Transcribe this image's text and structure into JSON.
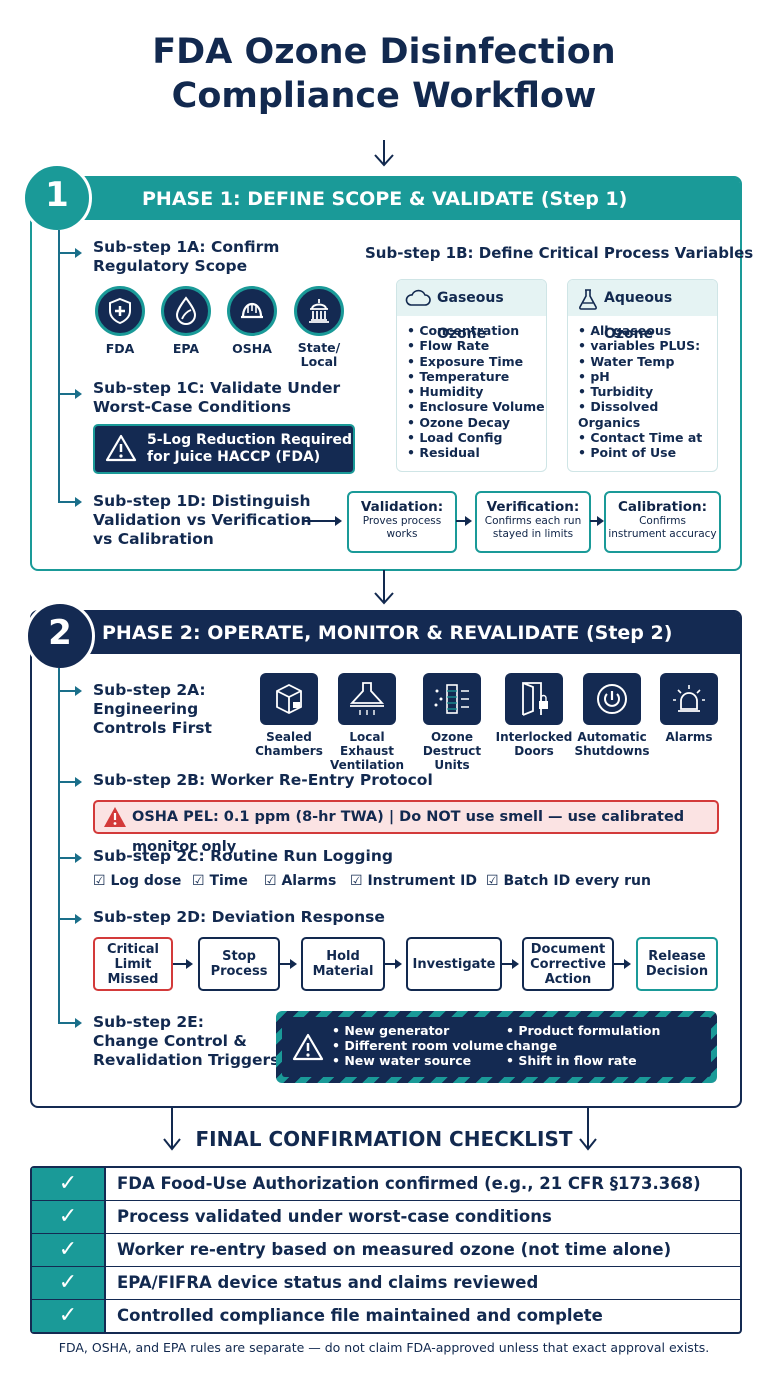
{
  "title_line1": "FDA Ozone Disinfection",
  "title_line2": "Compliance Workflow",
  "colors": {
    "teal": "#1a9a98",
    "navy": "#142a52",
    "red": "#d33a3a"
  },
  "phase1": {
    "number": "1",
    "header": "PHASE 1: DEFINE SCOPE & VALIDATE (Step 1)",
    "sub1a": {
      "line1": "Sub-step 1A: Confirm",
      "line2": "Regulatory Scope"
    },
    "regulators": [
      {
        "label": "FDA",
        "icon": "shield-cross-icon"
      },
      {
        "label": "EPA",
        "icon": "leaf-drop-icon"
      },
      {
        "label": "OSHA",
        "icon": "hard-hat-icon"
      },
      {
        "label_line1": "State/",
        "label_line2": "Local",
        "icon": "capitol-building-icon"
      }
    ],
    "sub1c": {
      "line1": "Sub-step 1C: Validate Under",
      "line2": "Worst-Case Conditions"
    },
    "log_reduction": {
      "line1": "5-Log Reduction Required",
      "line2": "for Juice HACCP (FDA)"
    },
    "sub1b": "Sub-step 1B: Define Critical Process Variables",
    "gaseous": {
      "title": "Gaseous Ozone",
      "items": [
        "Concentration",
        "Flow Rate",
        "Exposure Time",
        "Temperature",
        "Humidity",
        "Enclosure Volume",
        "Ozone Decay",
        "Load Config",
        "Residual"
      ]
    },
    "aqueous": {
      "title": "Aqueous Ozone",
      "items": [
        "All gaseous",
        "variables PLUS:",
        "Water Temp",
        "pH",
        "Turbidity",
        "Dissolved Organics",
        "Contact Time at",
        "Point of Use"
      ]
    },
    "sub1d": {
      "line1": "Sub-step 1D: Distinguish",
      "line2": "Validation vs Verification",
      "line3": "vs Calibration"
    },
    "flow": [
      {
        "title": "Validation:",
        "d1": "Proves process",
        "d2": "works"
      },
      {
        "title": "Verification:",
        "d1": "Confirms each run",
        "d2": "stayed in limits"
      },
      {
        "title": "Calibration:",
        "d1": "Confirms",
        "d2": "instrument accuracy"
      }
    ]
  },
  "phase2": {
    "number": "2",
    "header": "PHASE 2: OPERATE, MONITOR & REVALIDATE (Step 2)",
    "sub2a": {
      "line1": "Sub-step 2A:",
      "line2": "Engineering",
      "line3": "Controls First"
    },
    "controls": [
      {
        "l1": "Sealed",
        "l2": "Chambers",
        "icon": "sealed-box-icon"
      },
      {
        "l1": "Local Exhaust",
        "l2": "Ventilation",
        "icon": "exhaust-hood-icon"
      },
      {
        "l1": "Ozone",
        "l2": "Destruct Units",
        "icon": "destruct-filter-icon"
      },
      {
        "l1": "Interlocked",
        "l2": "Doors",
        "icon": "locked-door-icon"
      },
      {
        "l1": "Automatic",
        "l2": "Shutdowns",
        "icon": "power-icon"
      },
      {
        "l1": "Alarms",
        "l2": "",
        "icon": "alarm-light-icon"
      }
    ],
    "sub2b": "Sub-step 2B: Worker Re-Entry Protocol",
    "osha_warning": "OSHA PEL: 0.1 ppm (8-hr TWA) | Do NOT use smell — use calibrated monitor only",
    "sub2c": "Sub-step 2C: Routine Run Logging",
    "log_items": [
      "Log dose",
      "Time",
      "Alarms",
      "Instrument ID",
      "Batch ID every run"
    ],
    "sub2d": "Sub-step 2D: Deviation Response",
    "deviation": [
      {
        "l1": "Critical",
        "l2": "Limit",
        "l3": "Missed"
      },
      {
        "l1": "Stop",
        "l2": "Process",
        "l3": ""
      },
      {
        "l1": "Hold",
        "l2": "Material",
        "l3": ""
      },
      {
        "l1": "Investigate",
        "l2": "",
        "l3": ""
      },
      {
        "l1": "Document",
        "l2": "Corrective",
        "l3": "Action"
      },
      {
        "l1": "Release",
        "l2": "Decision",
        "l3": ""
      }
    ],
    "sub2e": {
      "line1": "Sub-step 2E:",
      "line2": "Change Control &",
      "line3": "Revalidation Triggers"
    },
    "triggers_left": [
      "New generator",
      "Different room volume",
      "New water source"
    ],
    "triggers_right": [
      "Product formulation change",
      "Shift in flow rate"
    ]
  },
  "checklist": {
    "title": "FINAL CONFIRMATION CHECKLIST",
    "items": [
      "FDA Food-Use Authorization confirmed (e.g., 21 CFR §173.368)",
      "Process validated under worst-case conditions",
      "Worker re-entry based on measured ozone (not time alone)",
      "EPA/FIFRA device status and claims reviewed",
      "Controlled compliance file maintained and complete"
    ]
  },
  "footer": "FDA, OSHA, and EPA rules are separate — do not claim FDA-approved unless that exact approval exists."
}
